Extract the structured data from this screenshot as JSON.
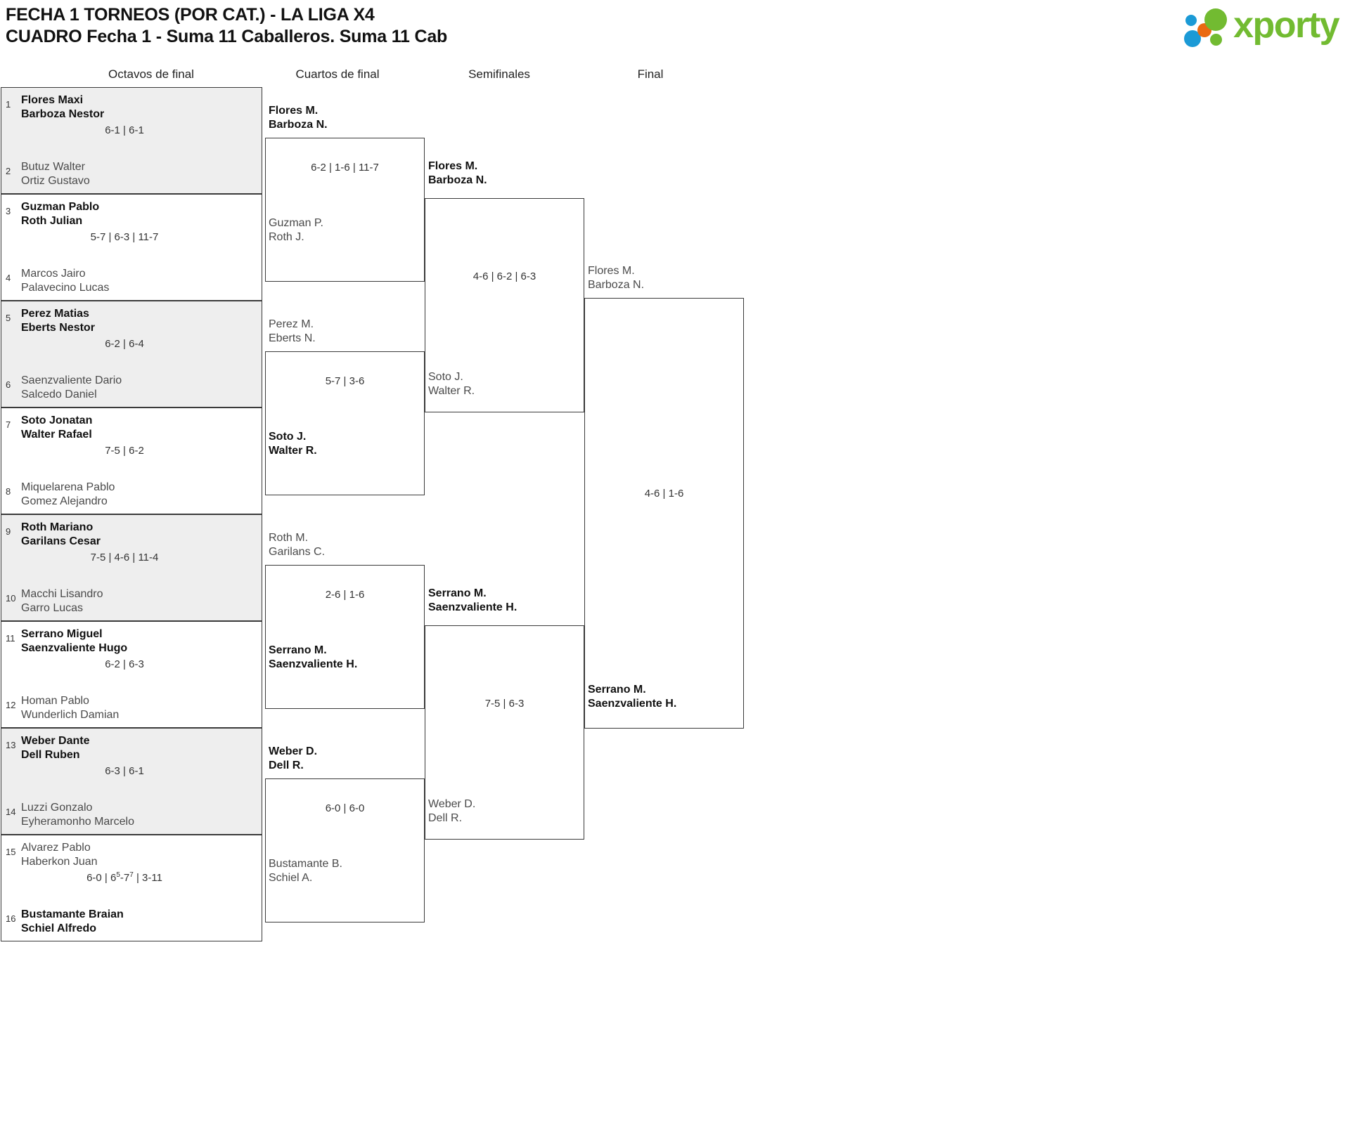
{
  "header": {
    "title_line1": "FECHA 1 TORNEOS (POR CAT.) - LA LIGA X4",
    "title_line2": "CUADRO Fecha 1 - Suma 11 Caballeros. Suma 11 Cab",
    "logo_text": "xporty",
    "logo_colors": {
      "green": "#72bb31",
      "blue": "#1b9ad6",
      "orange": "#ea6a12"
    }
  },
  "rounds": [
    {
      "label": "Octavos de final"
    },
    {
      "label": "Cuartos de final"
    },
    {
      "label": "Semifinales"
    },
    {
      "label": "Final"
    }
  ],
  "bracket": {
    "round1": [
      {
        "seed_top": "1",
        "seed_bottom": "2",
        "top_p1": "Flores Maxi",
        "top_p2": "Barboza Nestor",
        "bot_p1": "Butuz Walter",
        "bot_p2": "Ortiz Gustavo",
        "score": "6-1 | 6-1",
        "winner": "top",
        "shaded": true
      },
      {
        "seed_top": "3",
        "seed_bottom": "4",
        "top_p1": "Guzman Pablo",
        "top_p2": "Roth Julian",
        "bot_p1": "Marcos Jairo",
        "bot_p2": "Palavecino Lucas",
        "score": "5-7 | 6-3 | 11-7",
        "winner": "top",
        "shaded": false
      },
      {
        "seed_top": "5",
        "seed_bottom": "6",
        "top_p1": "Perez Matias",
        "top_p2": "Eberts Nestor",
        "bot_p1": "Saenzvaliente Dario",
        "bot_p2": "Salcedo Daniel",
        "score": "6-2 | 6-4",
        "winner": "top",
        "shaded": true
      },
      {
        "seed_top": "7",
        "seed_bottom": "8",
        "top_p1": "Soto Jonatan",
        "top_p2": "Walter Rafael",
        "bot_p1": "Miquelarena Pablo",
        "bot_p2": "Gomez Alejandro",
        "score": "7-5 | 6-2",
        "winner": "top",
        "shaded": false
      },
      {
        "seed_top": "9",
        "seed_bottom": "10",
        "top_p1": "Roth Mariano",
        "top_p2": "Garilans Cesar",
        "bot_p1": "Macchi Lisandro",
        "bot_p2": "Garro Lucas",
        "score": "7-5 | 4-6 | 11-4",
        "winner": "top",
        "shaded": true
      },
      {
        "seed_top": "11",
        "seed_bottom": "12",
        "top_p1": "Serrano Miguel",
        "top_p2": "Saenzvaliente Hugo",
        "bot_p1": "Homan Pablo",
        "bot_p2": "Wunderlich Damian",
        "score": "6-2 | 6-3",
        "winner": "top",
        "shaded": false
      },
      {
        "seed_top": "13",
        "seed_bottom": "14",
        "top_p1": "Weber Dante",
        "top_p2": "Dell Ruben",
        "bot_p1": "Luzzi Gonzalo",
        "bot_p2": "Eyheramonho Marcelo",
        "score": "6-3 | 6-1",
        "winner": "top",
        "shaded": true
      },
      {
        "seed_top": "15",
        "seed_bottom": "16",
        "top_p1": "Alvarez Pablo",
        "top_p2": "Haberkon Juan",
        "bot_p1": "Bustamante Braian",
        "bot_p2": "Schiel Alfredo",
        "score_html": "6-0 | 6<sup>5</sup>-7<sup>7</sup> | 3-11",
        "score": "6-0 | 65-77 | 3-11",
        "winner": "bottom",
        "shaded": false
      }
    ],
    "round2": [
      {
        "top_p1": "Flores M.",
        "top_p2": "Barboza N.",
        "bot_p1": "Guzman P.",
        "bot_p2": "Roth J.",
        "score": "6-2 | 1-6 | 11-7",
        "winner": "top"
      },
      {
        "top_p1": "Perez M.",
        "top_p2": "Eberts N.",
        "bot_p1": "Soto J.",
        "bot_p2": "Walter R.",
        "score": "5-7 | 3-6",
        "winner": "bottom"
      },
      {
        "top_p1": "Roth M.",
        "top_p2": "Garilans C.",
        "bot_p1": "Serrano M.",
        "bot_p2": "Saenzvaliente H.",
        "score": "2-6 | 1-6",
        "winner": "bottom"
      },
      {
        "top_p1": "Weber D.",
        "top_p2": "Dell R.",
        "bot_p1": "Bustamante B.",
        "bot_p2": "Schiel A.",
        "score": "6-0 | 6-0",
        "winner": "top"
      }
    ],
    "round3": [
      {
        "top_p1": "Flores M.",
        "top_p2": "Barboza N.",
        "bot_p1": "Soto J.",
        "bot_p2": "Walter R.",
        "score": "4-6 | 6-2 | 6-3",
        "winner": "top"
      },
      {
        "top_p1": "Serrano M.",
        "top_p2": "Saenzvaliente H.",
        "bot_p1": "Weber D.",
        "bot_p2": "Dell R.",
        "score": "7-5 | 6-3",
        "winner": "top"
      }
    ],
    "round4": [
      {
        "top_p1": "Flores M.",
        "top_p2": "Barboza N.",
        "bot_p1": "Serrano M.",
        "bot_p2": "Saenzvaliente H.",
        "score": "4-6 | 1-6",
        "winner": "bottom"
      }
    ]
  }
}
